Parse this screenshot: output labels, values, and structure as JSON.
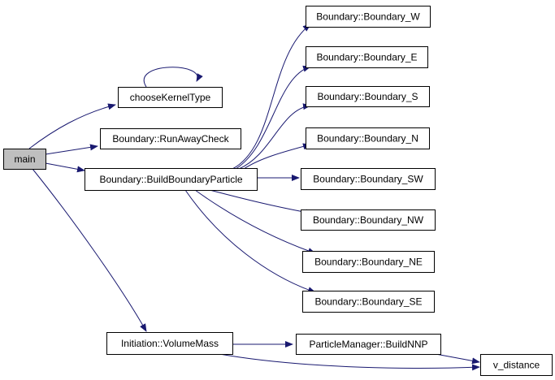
{
  "nodes": {
    "main": {
      "label": "main",
      "fill": "#bfbfbf"
    },
    "chooseKernelType": {
      "label": "chooseKernelType"
    },
    "runAwayCheck": {
      "label": "Boundary::RunAwayCheck"
    },
    "buildBoundaryParticle": {
      "label": "Boundary::BuildBoundaryParticle"
    },
    "initiationVolumeMass": {
      "label": "Initiation::VolumeMass"
    },
    "boundaryW": {
      "label": "Boundary::Boundary_W"
    },
    "boundaryE": {
      "label": "Boundary::Boundary_E"
    },
    "boundaryS": {
      "label": "Boundary::Boundary_S"
    },
    "boundaryN": {
      "label": "Boundary::Boundary_N"
    },
    "boundarySW": {
      "label": "Boundary::Boundary_SW"
    },
    "boundaryNW": {
      "label": "Boundary::Boundary_NW"
    },
    "boundaryNE": {
      "label": "Boundary::Boundary_NE"
    },
    "boundarySE": {
      "label": "Boundary::Boundary_SE"
    },
    "buildNNP": {
      "label": "ParticleManager::BuildNNP"
    },
    "vDistance": {
      "label": "v_distance"
    }
  },
  "edges": [
    [
      "main",
      "chooseKernelType"
    ],
    [
      "main",
      "runAwayCheck"
    ],
    [
      "main",
      "buildBoundaryParticle"
    ],
    [
      "main",
      "initiationVolumeMass"
    ],
    [
      "chooseKernelType",
      "chooseKernelType"
    ],
    [
      "buildBoundaryParticle",
      "boundaryW"
    ],
    [
      "buildBoundaryParticle",
      "boundaryE"
    ],
    [
      "buildBoundaryParticle",
      "boundaryS"
    ],
    [
      "buildBoundaryParticle",
      "boundaryN"
    ],
    [
      "buildBoundaryParticle",
      "boundarySW"
    ],
    [
      "buildBoundaryParticle",
      "boundaryNW"
    ],
    [
      "buildBoundaryParticle",
      "boundaryNE"
    ],
    [
      "buildBoundaryParticle",
      "boundarySE"
    ],
    [
      "initiationVolumeMass",
      "buildNNP"
    ],
    [
      "initiationVolumeMass",
      "vDistance"
    ],
    [
      "buildNNP",
      "vDistance"
    ]
  ],
  "colors": {
    "edge": "#191970",
    "node_border": "#000000",
    "node_fill": "#ffffff"
  }
}
